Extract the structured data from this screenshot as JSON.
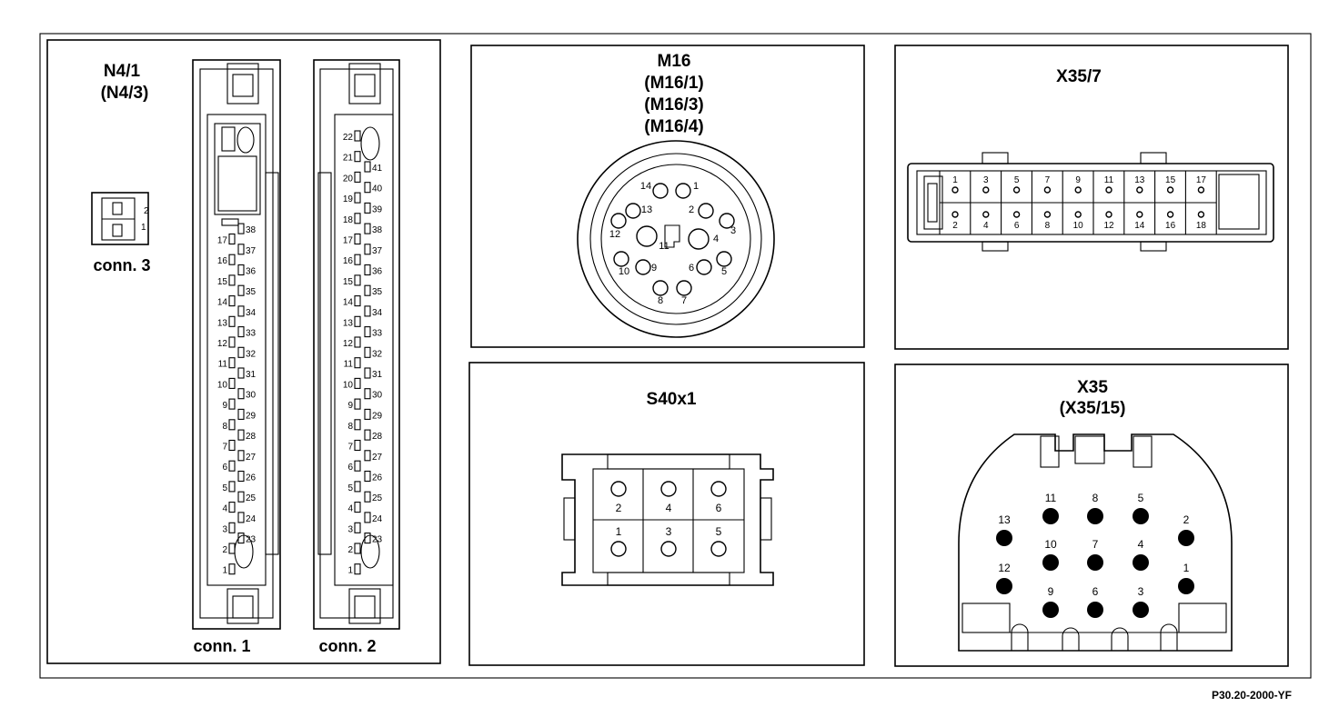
{
  "figure_code": "P30.20-2000-YF",
  "panels": {
    "n4": {
      "title": "N4/1",
      "subtitle": "(N4/3)",
      "conn1_label": "conn. 1",
      "conn2_label": "conn. 2",
      "conn3_label": "conn. 3",
      "conn3_pins": [
        "2",
        "1"
      ],
      "conn_left_pins": [
        "22",
        "21",
        "20",
        "19",
        "18",
        "17",
        "16",
        "15",
        "14",
        "13",
        "12",
        "11",
        "10",
        "9",
        "8",
        "7",
        "6",
        "5",
        "4",
        "3",
        "2",
        "1"
      ],
      "conn_right_pins": [
        "41",
        "40",
        "39",
        "38",
        "37",
        "36",
        "35",
        "34",
        "33",
        "32",
        "31",
        "30",
        "29",
        "28",
        "27",
        "26",
        "25",
        "24",
        "23"
      ]
    },
    "m16": {
      "title": "M16",
      "alt1": "(M16/1)",
      "alt2": "(M16/3)",
      "alt3": "(M16/4)",
      "pins": [
        "1",
        "2",
        "3",
        "4",
        "5",
        "6",
        "7",
        "8",
        "9",
        "10",
        "11",
        "12",
        "13",
        "14"
      ]
    },
    "x35_7": {
      "title": "X35/7",
      "pins_top": [
        "1",
        "3",
        "5",
        "7",
        "9",
        "11",
        "13",
        "15",
        "17"
      ],
      "pins_bottom": [
        "2",
        "4",
        "6",
        "8",
        "10",
        "12",
        "14",
        "16",
        "18"
      ]
    },
    "s40x1": {
      "title": "S40x1",
      "pins_top": [
        "2",
        "4",
        "6"
      ],
      "pins_bottom": [
        "1",
        "3",
        "5"
      ]
    },
    "x35": {
      "title": "X35",
      "subtitle": "(X35/15)",
      "pins": [
        "1",
        "2",
        "3",
        "4",
        "5",
        "6",
        "7",
        "8",
        "9",
        "10",
        "11",
        "12",
        "13"
      ]
    }
  }
}
